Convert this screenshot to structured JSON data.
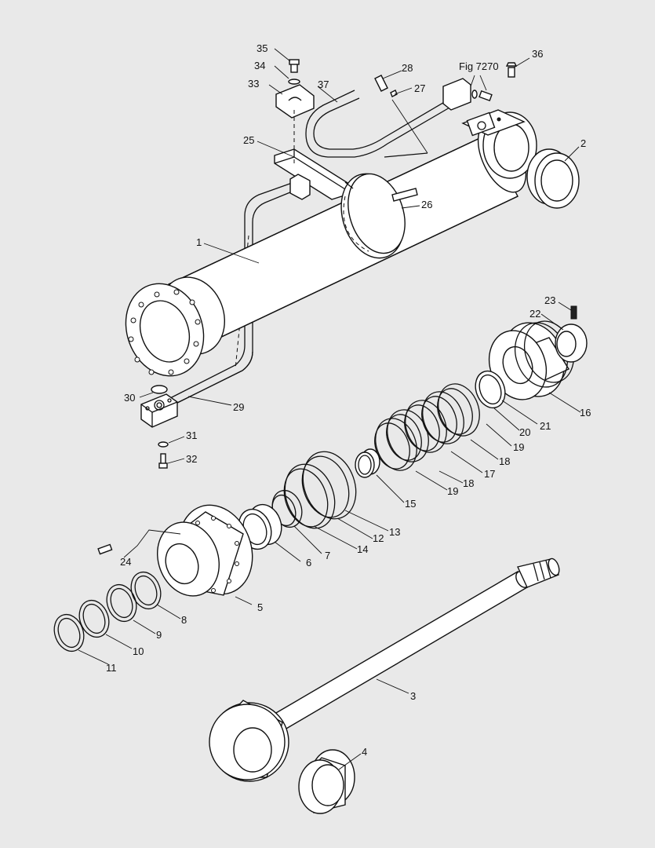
{
  "figure": {
    "background": "#e9e9e9",
    "line_color": "#111111",
    "fig_ref": "Fig 7270"
  },
  "callouts": {
    "c1": "1",
    "c2": "2",
    "c3": "3",
    "c4": "4",
    "c5": "5",
    "c6": "6",
    "c7": "7",
    "c8": "8",
    "c9": "9",
    "c10": "10",
    "c11": "11",
    "c12": "12",
    "c13": "13",
    "c14": "14",
    "c15": "15",
    "c16": "16",
    "c17": "17",
    "c18a": "18",
    "c18b": "18",
    "c19a": "19",
    "c19b": "19",
    "c20": "20",
    "c21": "21",
    "c22": "22",
    "c23": "23",
    "c24": "24",
    "c25": "25",
    "c26": "26",
    "c27": "27",
    "c28": "28",
    "c29": "29",
    "c30": "30",
    "c31": "31",
    "c32": "32",
    "c33": "33",
    "c34": "34",
    "c35": "35",
    "c36": "36",
    "c37": "37"
  }
}
